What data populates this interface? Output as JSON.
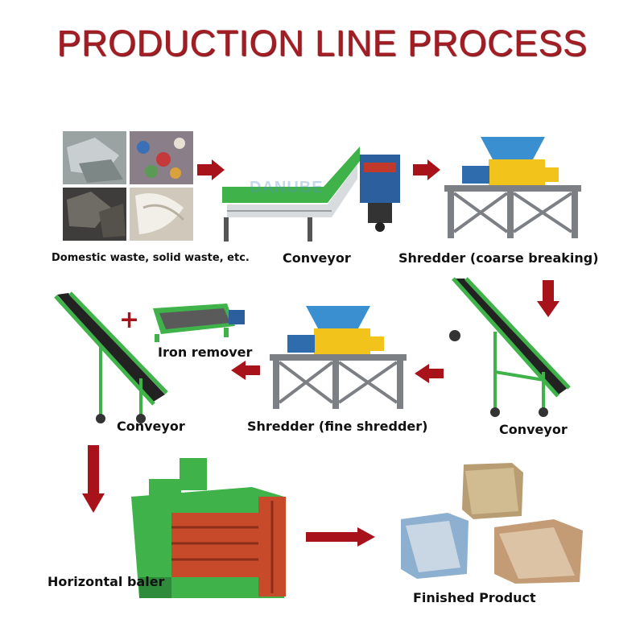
{
  "title": "PRODUCTION LINE PROCESS",
  "steps": [
    {
      "label": "Domestic waste, solid waste, etc."
    },
    {
      "label": "Conveyor"
    },
    {
      "label": "Shredder (coarse breaking)"
    },
    {
      "label": "Conveyor"
    },
    {
      "label": "Shredder (fine shredder)"
    },
    {
      "label": "Conveyor"
    },
    {
      "label": "Iron remover"
    },
    {
      "label": "Horizontal baler"
    },
    {
      "label": "Finished Product"
    }
  ],
  "plus_sign": "+",
  "watermark": "DANUBE",
  "colors": {
    "title": "#a31d24",
    "arrow": "#a8121a",
    "machine_green": "#3fb34a",
    "shredder_blue": "#3a8fd0",
    "shredder_yellow": "#f2c31b",
    "frame_gray": "#7c7f83"
  }
}
